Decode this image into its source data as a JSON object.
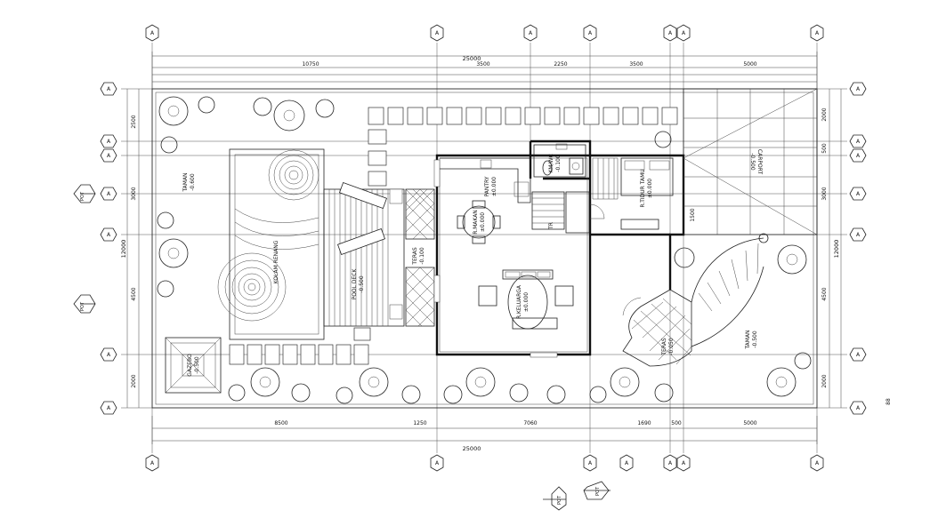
{
  "plan": {
    "grid_marker": "A",
    "top_overall_dim": "25000",
    "bottom_overall_dim": "25000",
    "top_dims": [
      "10750",
      "3500",
      "2250",
      "3500",
      "5000"
    ],
    "bottom_dims": [
      "8500",
      "1250",
      "7060",
      "1690",
      "500",
      "5000"
    ],
    "left_overall_dim": "12000",
    "right_overall_dim": "12000",
    "left_dims": [
      "2500",
      "3000",
      "4500",
      "2000"
    ],
    "right_dims": [
      "2000",
      "500",
      "3000",
      "4500",
      "2000"
    ],
    "right_small_dim": "1500",
    "bottom_right_note": "88"
  },
  "rooms": {
    "taman_left": "TAMAN",
    "taman_left_level": "-0.600",
    "kolam": "KOLAM RENANG",
    "pool_deck": "POOL DECK",
    "pool_deck_level": "-0.500",
    "teras_left": "TERAS",
    "teras_left_level": "-0.100",
    "gazebo": "GAZEBO",
    "gazebo_level": "-0.500",
    "pantry": "PANTRY",
    "pantry_level": "±0.000",
    "r_makan": "R.MAKAN",
    "r_makan_level": "±0.000",
    "kamar_mandi": "KM/WC",
    "kamar_mandi_level": "-0.100",
    "r_tidur": "R.TIDUR TAMU",
    "r_tidur_level": "±0.000",
    "carport": "CARPORT",
    "carport_level": "-0.500",
    "r_keluarga": "R.KELUARGA",
    "r_keluarga_level": "±0.000",
    "teras_right": "TERAS",
    "teras_right_level": "-0.050",
    "taman_right": "TAMAN",
    "taman_right_level": "-0.500",
    "stair_label": "TR"
  },
  "section_markers": {
    "left_upper": "POT",
    "left_lower": "POT",
    "bottom_a": "POT",
    "bottom_b": "POT"
  }
}
